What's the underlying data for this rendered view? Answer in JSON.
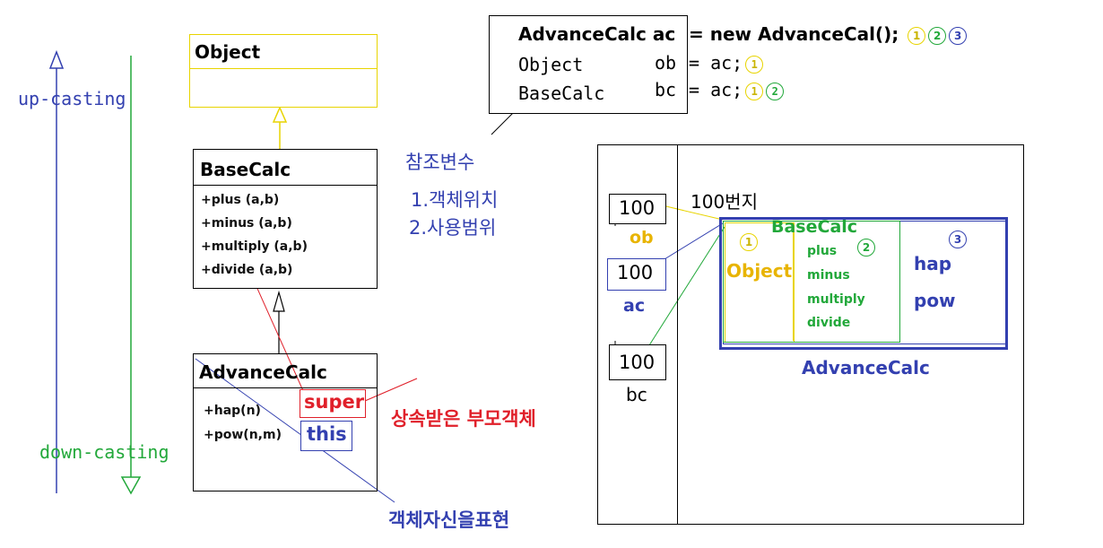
{
  "axis": {
    "up_casting": "up-casting",
    "down_casting": "down-casting"
  },
  "classes": {
    "object": {
      "name": "Object"
    },
    "basecalc": {
      "name": "BaseCalc",
      "methods": [
        "+plus  (a,b)",
        "+minus (a,b)",
        "+multiply (a,b)",
        "+divide  (a,b)"
      ]
    },
    "advancecalc": {
      "name": "AdvanceCalc",
      "methods": [
        "+hap(n)",
        "+pow(n,m)"
      ],
      "super_label": "super",
      "this_label": "this"
    }
  },
  "annotations": {
    "super_desc": "상속받은 부모객체",
    "this_desc": "객체자신을표현"
  },
  "code": {
    "line1_decl": "AdvanceCalc ac",
    "line1_expr": "= new AdvanceCal();",
    "line2_type": "Object",
    "line2_var": "ob",
    "line2_expr": "= ac;",
    "line3_type": "BaseCalc",
    "line3_var": "bc",
    "line3_expr": "= ac;"
  },
  "markers": {
    "m1": "1",
    "m2": "2",
    "m3": "3"
  },
  "reference_note": {
    "title": "참조변수",
    "item1": "1.객체위치",
    "item2": "2.사용범위"
  },
  "memory": {
    "address_label": "100번지",
    "vars": [
      {
        "value": "100",
        "name": "ob"
      },
      {
        "value": "100",
        "name": "ac"
      },
      {
        "value": "100",
        "name": "bc"
      }
    ],
    "object_label": "Object",
    "basecalc_label": "BaseCalc",
    "basecalc_methods": [
      "plus",
      "minus",
      "multiply",
      "divide"
    ],
    "advance_methods": [
      "hap",
      "pow"
    ],
    "advancecalc_label": "AdvanceCalc"
  },
  "colors": {
    "yellow": "#e8d400",
    "green": "#22a83a",
    "blue": "#3340b0",
    "red": "#e0202a"
  }
}
